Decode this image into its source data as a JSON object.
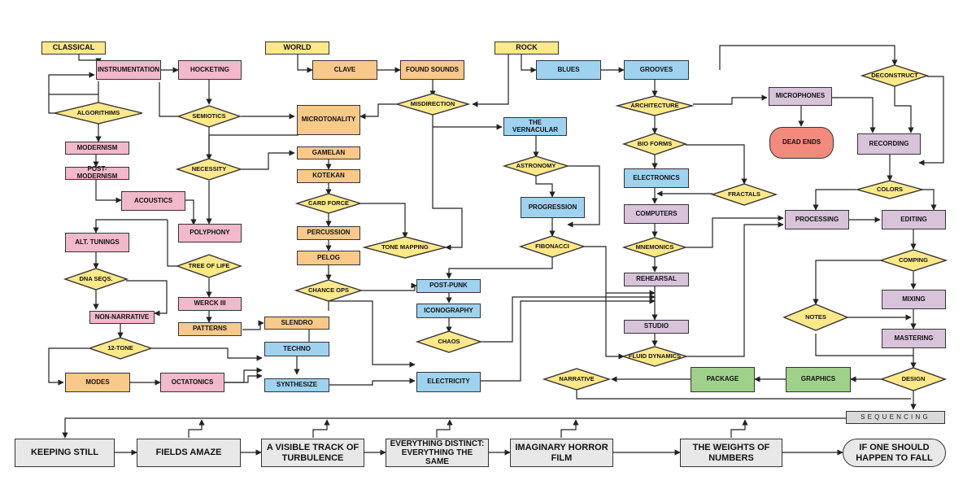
{
  "nodes": {
    "classical": "CLASSICAL",
    "world": "WORLD",
    "rock": "ROCK",
    "instrumentation": "INSTRUMENTATION",
    "hocketing": "HOCKETING",
    "algorithms": "ALGORITHIMS",
    "semiotics": "SEMIOTICS",
    "modernism": "MODERNISM",
    "post_modernism": "POST-MODERNISM",
    "acoustics": "ACOUSTICS",
    "necessity": "NECESSITY",
    "polyphony": "POLYPHONY",
    "alt_tunings": "ALT. TUNINGS",
    "tree_of_life": "TREE OF LIFE",
    "dna_seqs": "DNA SEQS.",
    "non_narrative": "NON-NARRATIVE",
    "werck_iii": "WERCK III",
    "patterns": "PATTERNS",
    "twelve_tone": "12-TONE",
    "modes": "MODES",
    "octatonics": "OCTATONICS",
    "clave": "CLAVE",
    "found_sounds": "FOUND SOUNDS",
    "misdirection": "MISDIRECTION",
    "microtonality": "MICROTONALITY",
    "gamelan": "GAMELAN",
    "kotekan": "KOTEKAN",
    "card_force": "CARD FORCE",
    "percussion": "PERCUSSION",
    "tone_mapping": "TONE MAPPING",
    "pelog": "PELOG",
    "chance_ops": "CHANCE OPS",
    "slendro": "SLENDRO",
    "techno": "TECHNO",
    "synthesize": "SYNTHESIZE",
    "blues": "BLUES",
    "grooves": "GROOVES",
    "the_vernacular": "THE VERNACULAR",
    "astronomy": "ASTRONOMY",
    "progression": "PROGRESSION",
    "fibonacci": "FIBONACCI",
    "post_punk": "POST-PUNK",
    "iconography": "ICONOGRAPHY",
    "chaos": "CHAOS",
    "electricity": "ELECTRICITY",
    "architecture": "ARCHITECTURE",
    "bio_forms": "BIO FORMS",
    "electronics": "ELECTRONICS",
    "fractals": "FRACTALS",
    "computers": "COMPUTERS",
    "mnemonics": "MNEMONICS",
    "rehearsal": "REHEARSAL",
    "studio": "STUDIO",
    "fluid_dynamics": "FLUID DYNAMICS",
    "microphones": "MICROPHONES",
    "dead_ends": "DEAD ENDS",
    "deconstruct": "DECONSTRUCT",
    "recording": "RECORDING",
    "colors": "COLORS",
    "processing": "PROCESSING",
    "editing": "EDITING",
    "comping": "COMPING",
    "notes": "NOTES",
    "mixing": "MIXING",
    "mastering": "MASTERING",
    "design": "DESIGN",
    "graphics": "GRAPHICS",
    "package": "PACKAGE",
    "narrative": "NARRATIVE",
    "sequencing": "SEQUENCING"
  },
  "tracks": {
    "keeping_still": "KEEPING STILL",
    "fields_amaze": "FIELDS AMAZE",
    "visible_track_1": "A VISIBLE TRACK OF",
    "visible_track_2": "TURBULENCE",
    "everything_distinct_1": "EVERYTHING DISTINCT:",
    "everything_distinct_2": "EVERYTHING THE SAME",
    "imaginary_horror_1": "IMAGINARY HORROR",
    "imaginary_horror_2": "FILM",
    "weights_1": "THE WEIGHTS OF",
    "weights_2": "NUMBERS",
    "if_one_1": "IF ONE SHOULD",
    "if_one_2": "HAPPEN TO FALL"
  },
  "colors": {
    "pink": "#f2b9cb",
    "orange": "#f9c98a",
    "blue": "#9fd2ef",
    "purple": "#d8c3db",
    "green": "#9fd18a",
    "yellow": "#fde88a",
    "gray": "#d9d9d9",
    "red": "#f28a7e"
  }
}
